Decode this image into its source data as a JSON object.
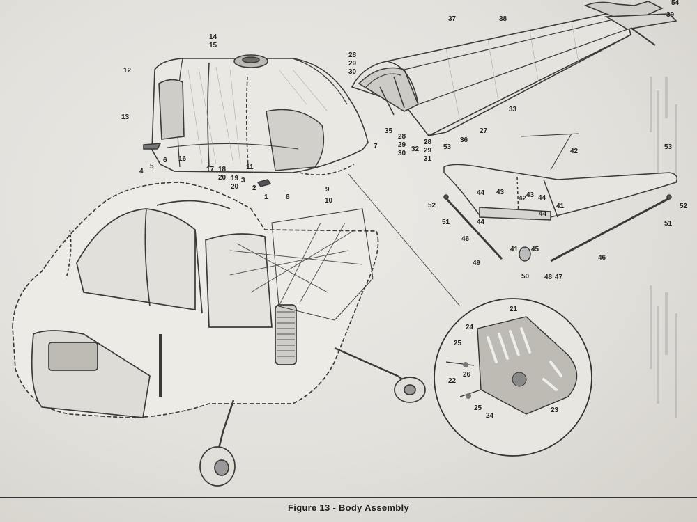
{
  "figure": {
    "caption": "Figure 13 - Body Assembly"
  },
  "callouts": [
    "1",
    "2",
    "3",
    "4",
    "5",
    "6",
    "7",
    "8",
    "9",
    "10",
    "11",
    "12",
    "13",
    "14",
    "15",
    "16",
    "17",
    "18",
    "19",
    "20",
    "21",
    "22",
    "23",
    "24",
    "25",
    "26",
    "27",
    "28",
    "29",
    "30",
    "31",
    "32",
    "33",
    "35",
    "36",
    "37",
    "38",
    "39",
    "41",
    "42",
    "43",
    "44",
    "45",
    "46",
    "47",
    "48",
    "49",
    "50",
    "51",
    "52",
    "53",
    "54"
  ]
}
